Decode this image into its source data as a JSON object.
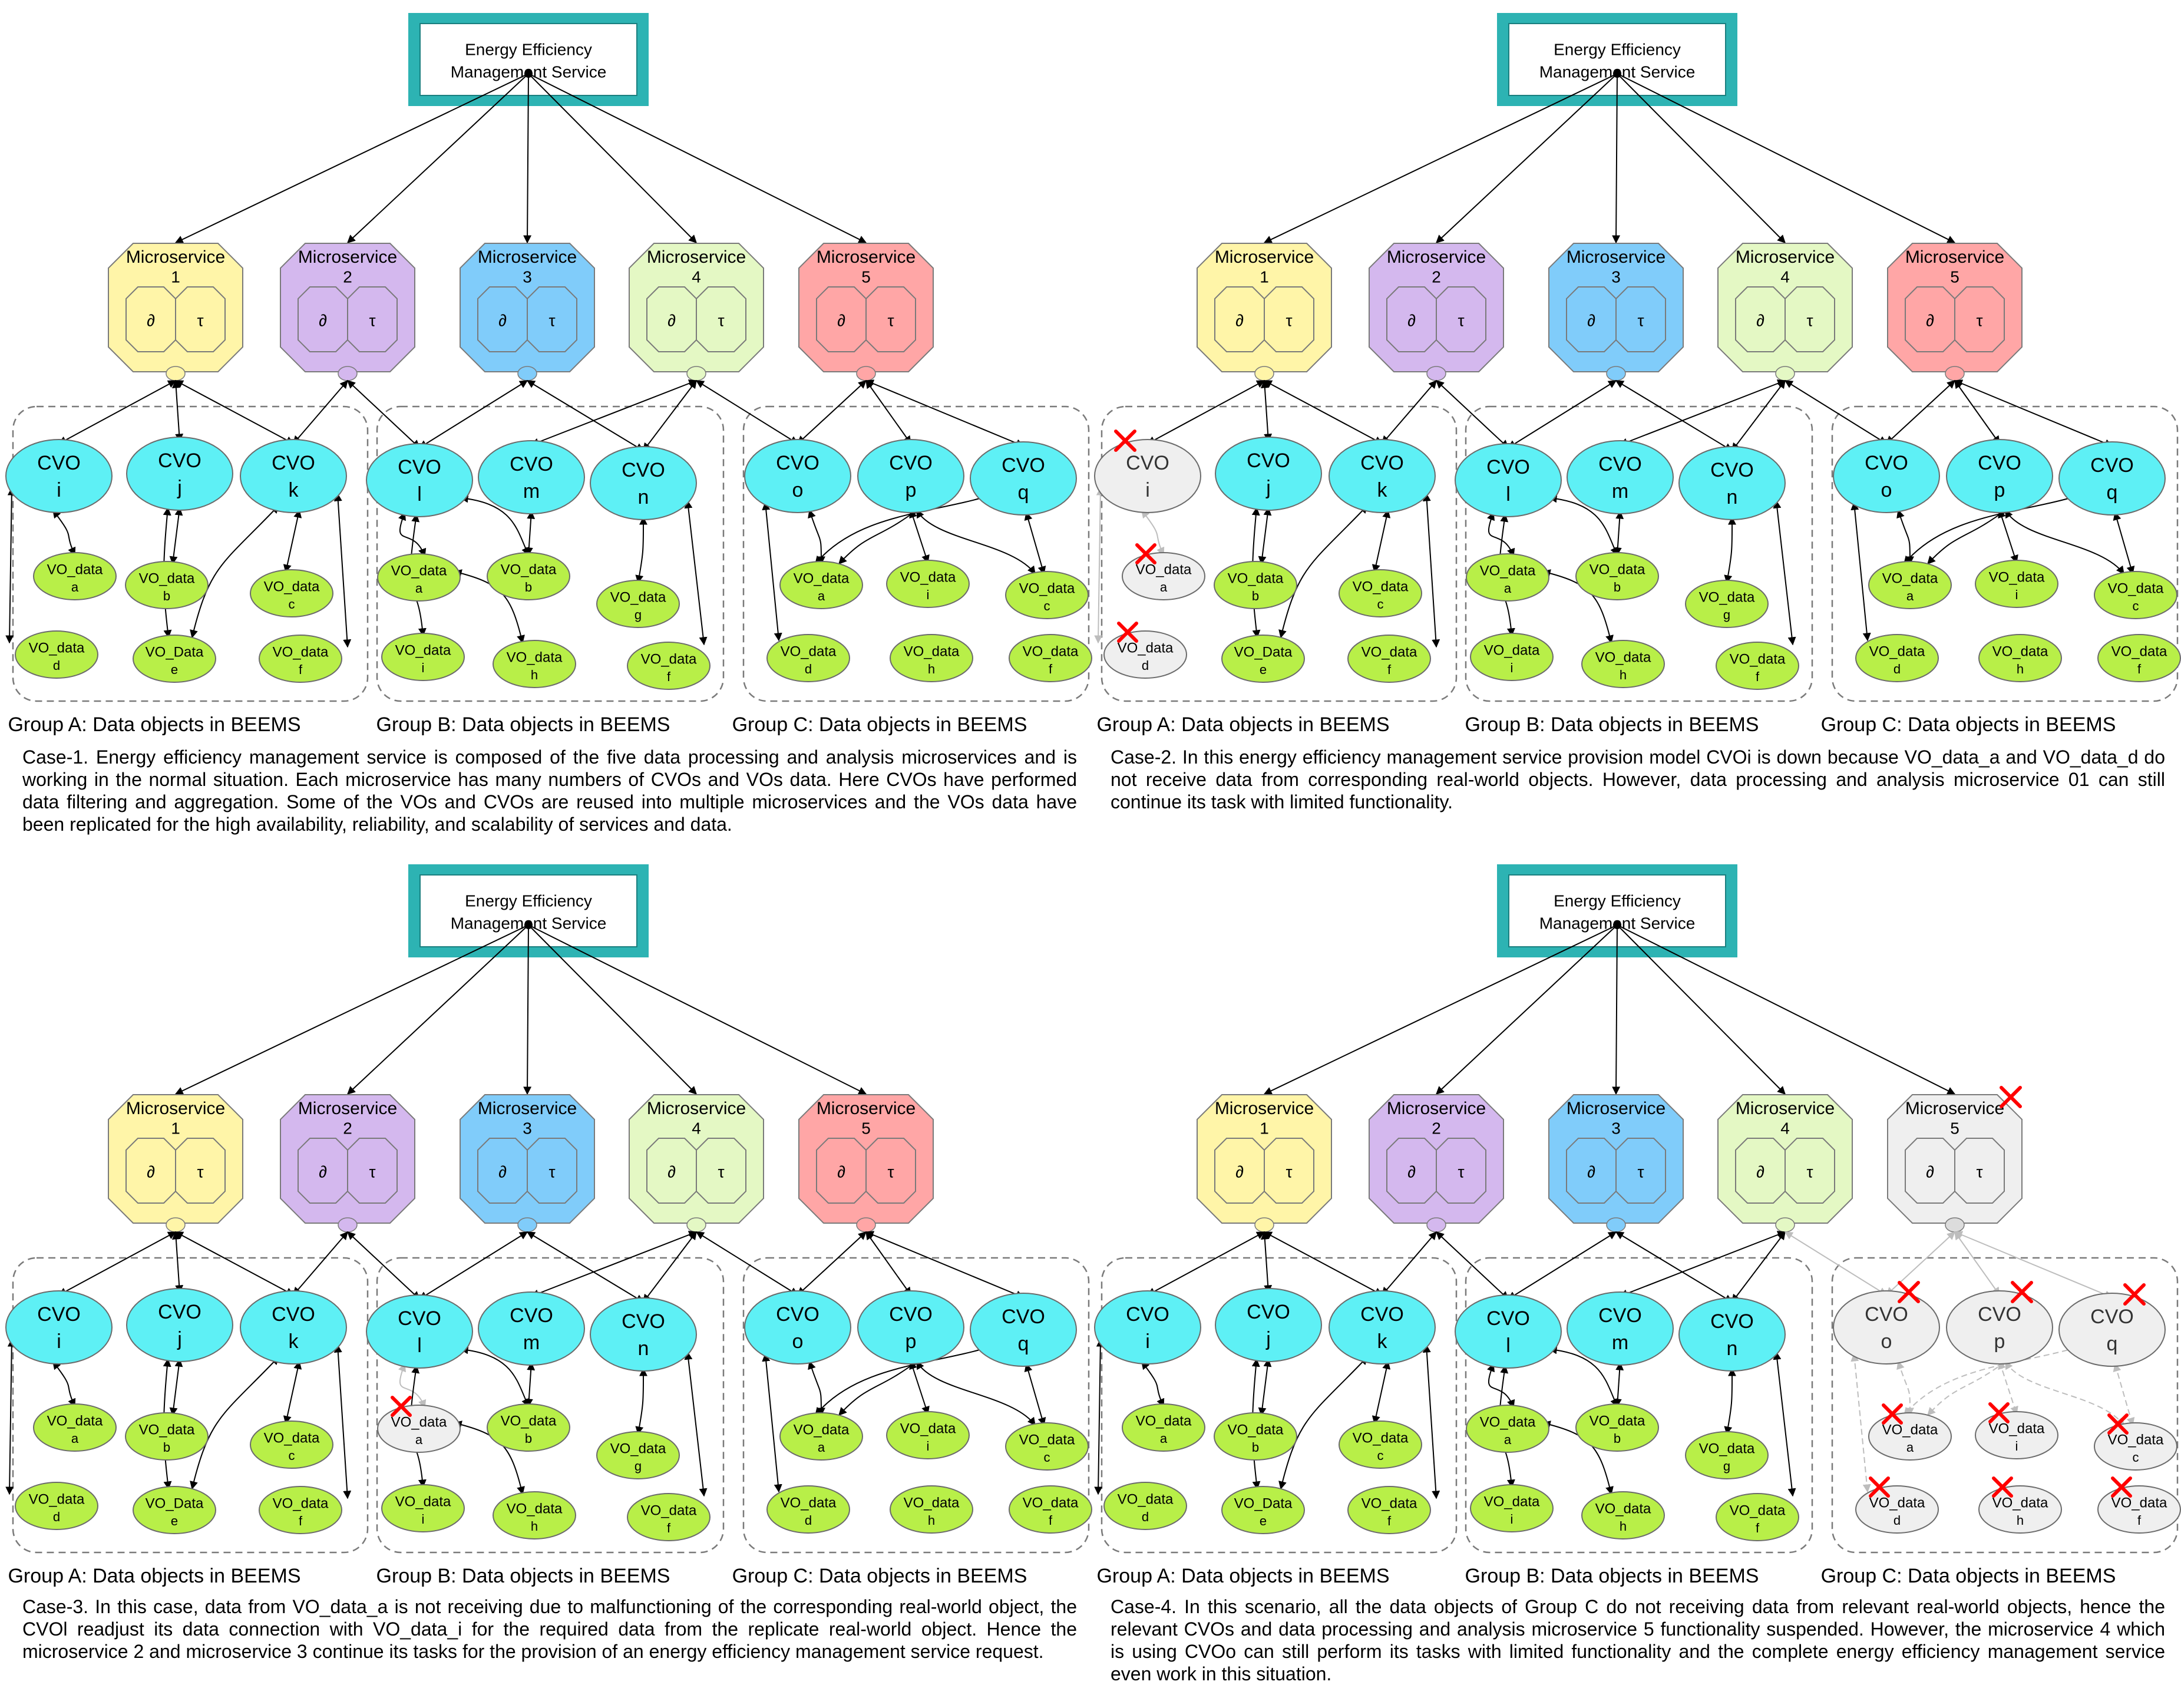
{
  "service_title": [
    "Energy Efficiency",
    "Management Service"
  ],
  "microservice_word": "Microservice",
  "ms_numbers": [
    "1",
    "2",
    "3",
    "4",
    "5"
  ],
  "symbols": {
    "left": "∂",
    "right": "τ"
  },
  "cvo_word": "CVO",
  "vo_word": "VO_data",
  "vo_data_alt_label": "VO_Data",
  "groups": [
    {
      "id": "A",
      "label": "Group A: Data objects in BEEMS",
      "cvos": [
        "i",
        "j",
        "k"
      ],
      "vos": [
        "a",
        "b",
        "c",
        "d",
        "e",
        "f"
      ]
    },
    {
      "id": "B",
      "label": "Group B: Data objects in BEEMS",
      "cvos": [
        "l",
        "m",
        "n"
      ],
      "vos": [
        "a",
        "b",
        "g",
        "i",
        "h",
        "f"
      ]
    },
    {
      "id": "C",
      "label": "Group C: Data objects in BEEMS",
      "cvos": [
        "o",
        "p",
        "q"
      ],
      "vos": [
        "a",
        "i",
        "c",
        "d",
        "h",
        "f"
      ]
    }
  ],
  "colors": {
    "service_border": "#2db3b3",
    "ms1": "#fff5a8",
    "ms2": "#d4b8ee",
    "ms3": "#80ccfa",
    "ms4": "#e4f8c4",
    "ms5": "#ffa6a6",
    "cvo": "#5ef0f5",
    "vo": "#b8ef48",
    "failed": "#efefef",
    "cross": "#ff0000"
  },
  "cases": [
    {
      "id": "case-1",
      "caption": "Case-1. Energy efficiency management service is composed of the five data processing and analysis microservices and is working in the normal situation. Each microservice has many numbers of CVOs and VOs data. Here CVOs have performed data filtering and aggregation. Some of the VOs and CVOs are reused into multiple microservices and the VOs data have been replicated for the high availability, reliability, and scalability of services and data."
    },
    {
      "id": "case-2",
      "caption": "Case-2. In this energy efficiency management service provision model CVOi is down because VO_data_a and VO_data_d do not receive data from corresponding real-world objects. However, data processing and analysis microservice 01 can still continue its task with limited functionality."
    },
    {
      "id": "case-3",
      "caption": "Case-3. In this case, data from VO_data_a is not receiving due to malfunctioning of the corresponding real-world object, the CVOl readjust its data connection with VO_data_i for the required data from the replicate real-world object. Hence the microservice 2 and microservice 3 continue its tasks for the provision of an energy efficiency management service request."
    },
    {
      "id": "case-4",
      "caption": "Case-4. In this scenario, all the data objects of Group C do not receiving data from relevant real-world objects, hence the relevant CVOs and data processing and analysis microservice 5 functionality suspended. However, the microservice 4 which is using CVOo can still perform its tasks with limited functionality and the complete energy efficiency management service even work in this situation."
    }
  ]
}
